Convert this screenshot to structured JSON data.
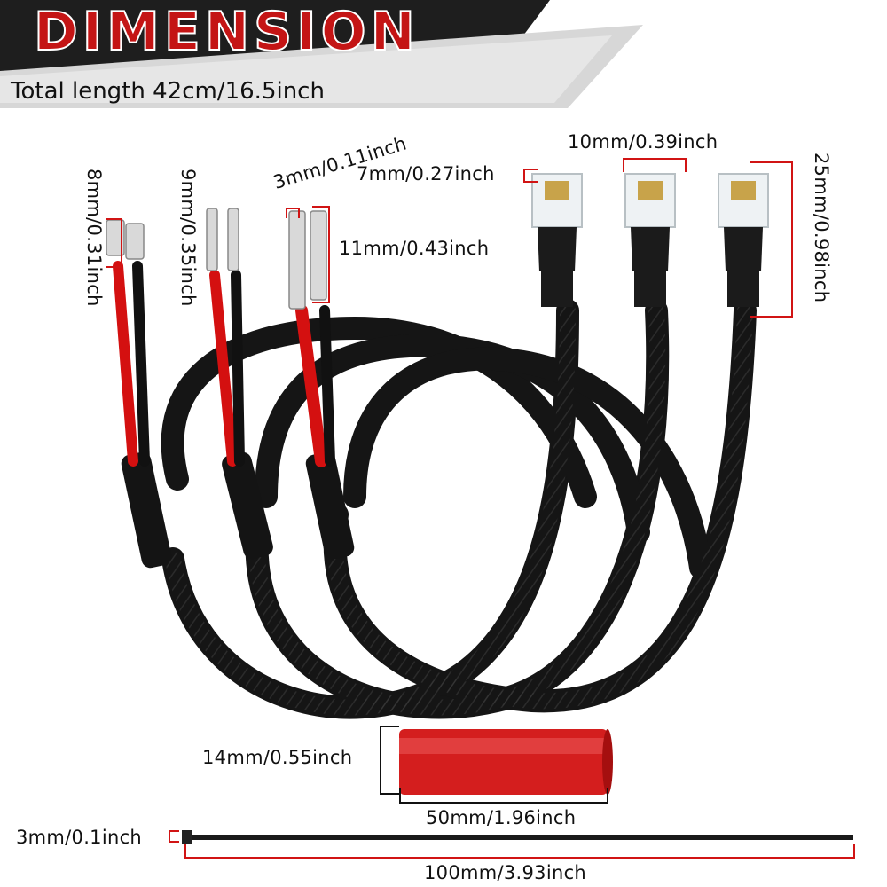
{
  "title": "DIMENSION",
  "subtitle": "Total length 42cm/16.5inch",
  "dimensions": {
    "spade_width": "8mm/0.31inch",
    "pin_width": "9mm/0.35inch",
    "tab_thickness": "3mm/0.11inch",
    "tab_length": "11mm/0.43inch",
    "plug_tip": "7mm/0.27inch",
    "plug_width": "10mm/0.39inch",
    "plug_length": "25mm/0.98inch",
    "sleeve_diameter": "14mm/0.55inch",
    "sleeve_length": "50mm/1.96inch",
    "tie_width": "3mm/0.1inch",
    "tie_length": "100mm/3.93inch"
  },
  "colors": {
    "accent_red": "#d11414",
    "banner_dark": "#1e1e1e",
    "banner_grey": "#d5d5d5",
    "cable_black": "#151515"
  }
}
